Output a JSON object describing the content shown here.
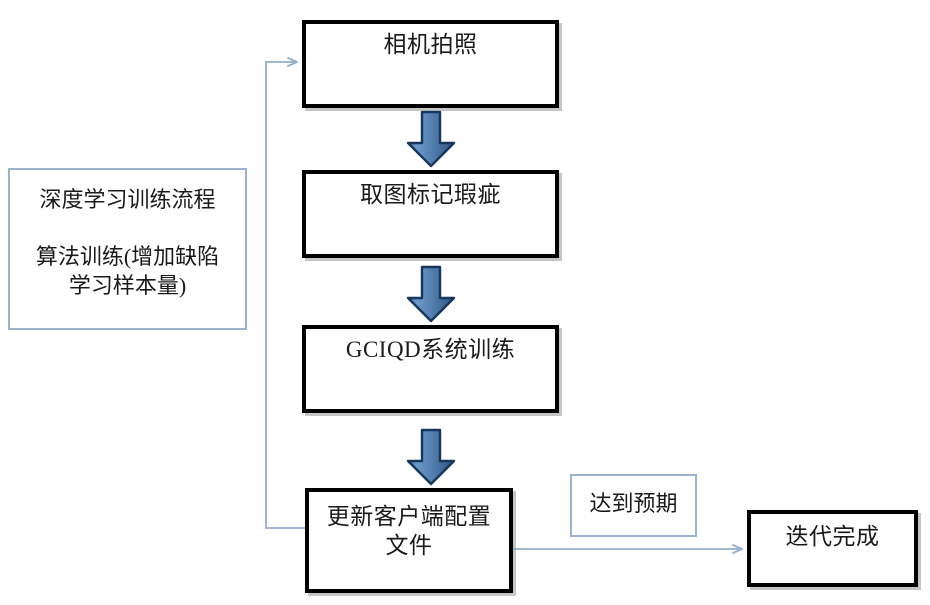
{
  "diagram": {
    "title_note": {
      "line1": "深度学习训练流程",
      "line2": "算法训练(增加缺陷\n学习样本量)"
    },
    "steps": [
      {
        "id": "step-camera",
        "label": "相机拍照"
      },
      {
        "id": "step-mark",
        "label": "取图标记瑕疵"
      },
      {
        "id": "step-train",
        "label": "GCIQD系统训练"
      },
      {
        "id": "step-update",
        "label": "更新客户端配置\n文件"
      }
    ],
    "condition_label": "达到预期",
    "end_node": "迭代完成",
    "colors": {
      "arrow_fill_light": "#6f9bc9",
      "arrow_fill_mid": "#4f7fb3",
      "arrow_fill_dark": "#2f5party",
      "arrow_stroke": "#17365d",
      "connector_line": "#95aecb",
      "note_border": "#9bb2ce",
      "box_border": "#000000",
      "text": "#1a1a1a"
    }
  }
}
